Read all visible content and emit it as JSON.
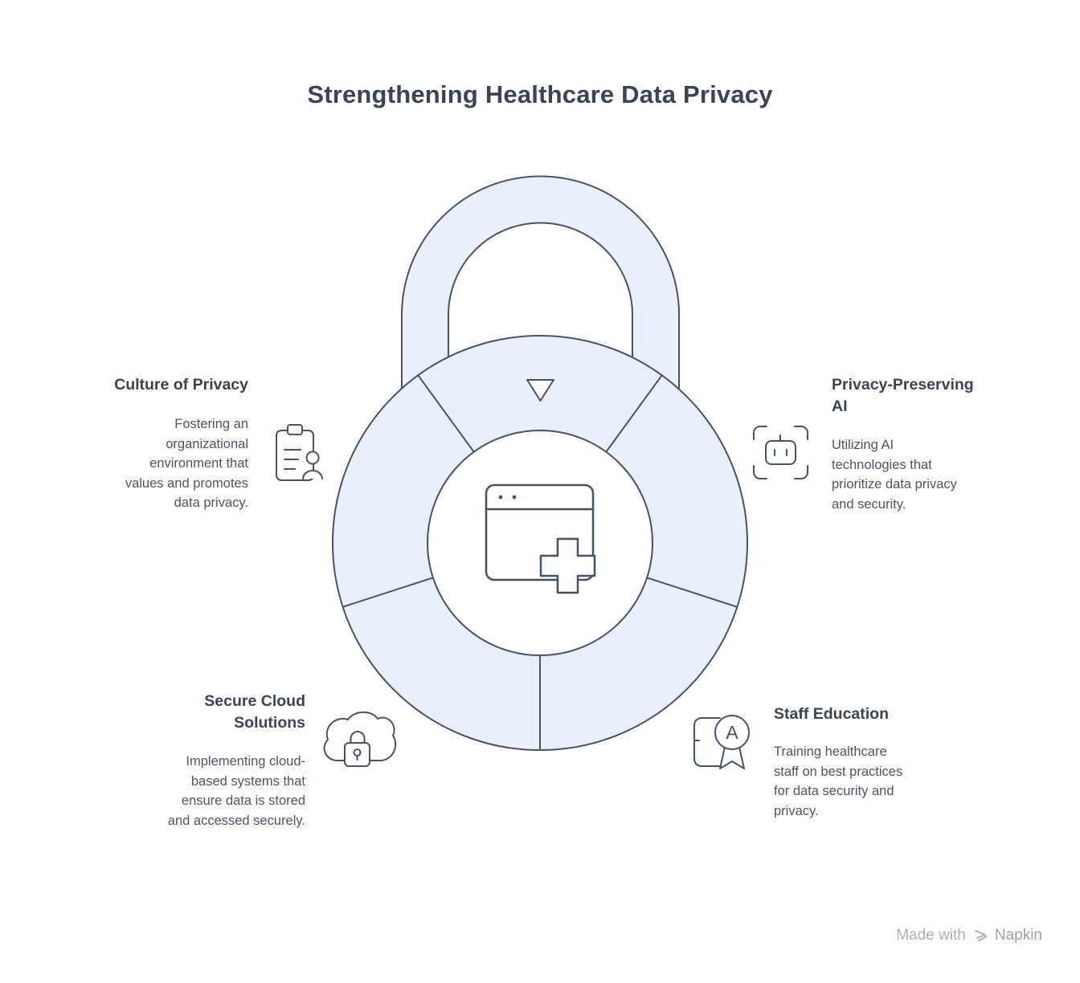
{
  "title": "Strengthening Healthcare Data Privacy",
  "sections": {
    "culture": {
      "heading": "Culture of Privacy",
      "body_lines": [
        "Fostering an",
        "organizational",
        "environment that",
        "values and promotes",
        "data privacy."
      ],
      "icon": "clipboard-person-icon"
    },
    "ai": {
      "heading_lines": [
        "Privacy-Preserving",
        "AI"
      ],
      "body_lines": [
        "Utilizing AI",
        "technologies that",
        "prioritize data privacy",
        "and security."
      ],
      "icon": "ai-scan-icon"
    },
    "cloud": {
      "heading_lines": [
        "Secure Cloud",
        "Solutions"
      ],
      "body_lines": [
        "Implementing cloud-",
        "based systems that",
        "ensure data is stored",
        "and accessed securely."
      ],
      "icon": "cloud-lock-icon"
    },
    "staff": {
      "heading": "Staff Education",
      "body_lines": [
        "Training healthcare",
        "staff on best practices",
        "for data security and",
        "privacy."
      ],
      "icon": "certificate-icon"
    }
  },
  "center_icon": "medical-window-icon",
  "badge_letter": "A",
  "footer": {
    "made_with": "Made with",
    "brand": "Napkin"
  },
  "colors": {
    "lock_fill": "#e9effc",
    "stroke": "#475364",
    "heading_text": "#3b4452",
    "body_text": "#4c5564",
    "footer_text": "#aab0ba"
  }
}
